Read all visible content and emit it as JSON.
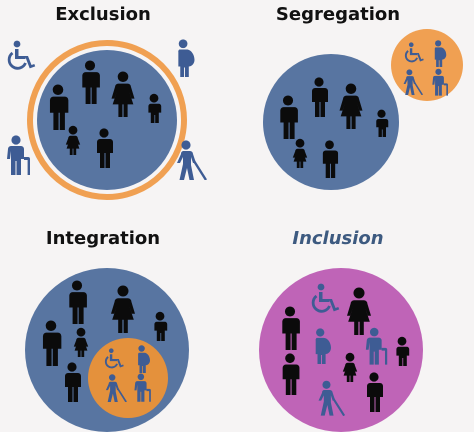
{
  "panels": [
    {
      "id": "exclusion",
      "title": "Exclusion",
      "title_color": "#111111",
      "italic": false
    },
    {
      "id": "segregation",
      "title": "Segregation",
      "title_color": "#111111",
      "italic": false
    },
    {
      "id": "integration",
      "title": "Integration",
      "title_color": "#111111",
      "italic": false
    },
    {
      "id": "inclusion",
      "title": "Inclusion",
      "title_color": "#3d5a80",
      "italic": true
    }
  ],
  "colors": {
    "majority_circle": "#5875a1",
    "minority_circle": "#f0a052",
    "ring": "#f0a052",
    "inclusion_circle": "#bf64b7",
    "person_dark": "#0b0b0b",
    "person_blue": "#3e5c94",
    "background": "#f6f4f4"
  },
  "icons": [
    "man-icon",
    "woman-icon",
    "child-icon",
    "girl-icon",
    "wheelchair-icon",
    "pregnant-woman-icon",
    "elderly-cane-icon",
    "blind-cane-icon"
  ]
}
